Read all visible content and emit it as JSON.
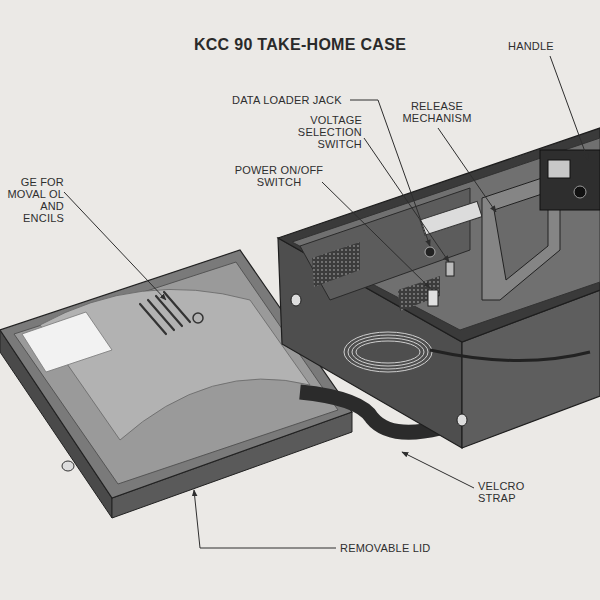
{
  "diagram": {
    "title": "KCC 90 TAKE-HOME CASE",
    "labels": [
      "DATA LOADER JACK",
      "RELEASE MECHANISM",
      "HANDLE",
      "VOLTAGE SELECTION SWITCH",
      "POWER ON/OFF SWITCH",
      "GE FOR MOVAL OL AND ENCILS",
      "VELCRO STRAP",
      "REMOVABLE LID"
    ]
  }
}
